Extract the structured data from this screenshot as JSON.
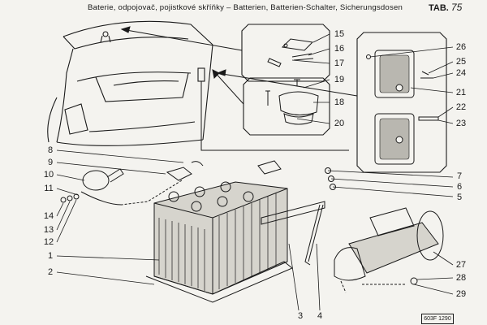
{
  "header": {
    "title": "Baterie, odpojovač, pojistkové skříňky – Batterien, Batterien-Schalter, Sicherungsdosen",
    "tab_prefix": "TAB.",
    "tab_number": "75"
  },
  "callouts": [
    {
      "id": "1",
      "label": "1"
    },
    {
      "id": "2",
      "label": "2"
    },
    {
      "id": "3",
      "label": "3"
    },
    {
      "id": "4",
      "label": "4"
    },
    {
      "id": "5",
      "label": "5"
    },
    {
      "id": "6",
      "label": "6"
    },
    {
      "id": "7",
      "label": "7"
    },
    {
      "id": "8",
      "label": "8"
    },
    {
      "id": "9",
      "label": "9"
    },
    {
      "id": "10",
      "label": "10"
    },
    {
      "id": "11",
      "label": "11"
    },
    {
      "id": "12",
      "label": "12"
    },
    {
      "id": "13",
      "label": "13"
    },
    {
      "id": "14",
      "label": "14"
    },
    {
      "id": "15",
      "label": "15"
    },
    {
      "id": "16",
      "label": "16"
    },
    {
      "id": "17",
      "label": "17"
    },
    {
      "id": "18",
      "label": "18"
    },
    {
      "id": "19",
      "label": "19"
    },
    {
      "id": "20",
      "label": "20"
    },
    {
      "id": "21",
      "label": "21"
    },
    {
      "id": "22",
      "label": "22"
    },
    {
      "id": "23",
      "label": "23"
    },
    {
      "id": "24",
      "label": "24"
    },
    {
      "id": "25",
      "label": "25"
    },
    {
      "id": "26",
      "label": "26"
    },
    {
      "id": "27",
      "label": "27"
    },
    {
      "id": "28",
      "label": "28"
    },
    {
      "id": "29",
      "label": "29"
    }
  ],
  "reference_code": "603F 1290"
}
